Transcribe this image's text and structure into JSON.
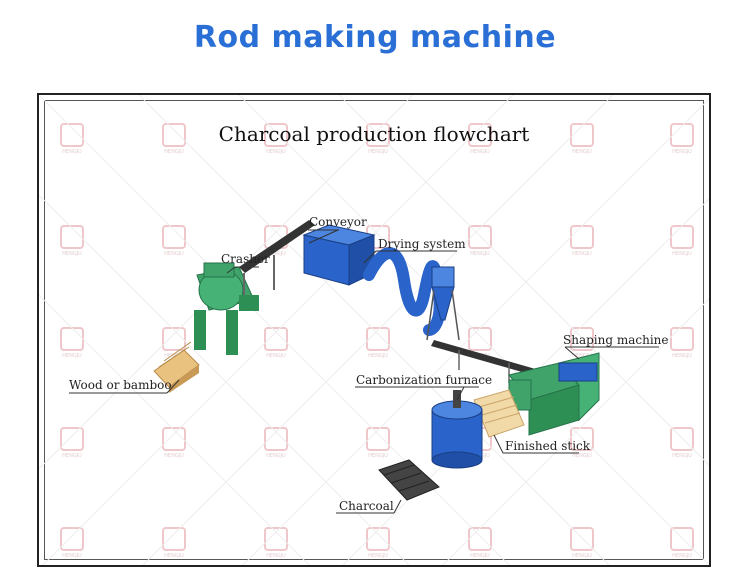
{
  "header": {
    "title": "Rod making machine"
  },
  "diagram": {
    "title": "Charcoal production flowchart",
    "labels": {
      "conveyor": "Conveyor",
      "crasher": "Crasher",
      "drying_system": "Drying system",
      "shaping_machine": "Shaping machine",
      "carbonization_furnace": "Carbonization furnace",
      "wood_or_bamboo": "Wood or bamboo",
      "finished_stick": "Finished stick",
      "charcoal": "Charcoal"
    },
    "watermark_text": "HENGJU"
  },
  "colors": {
    "title_blue": "#2a6fd6",
    "machine_green": "#3fa36a",
    "machine_blue": "#2a63c9",
    "wood": "#e9c27f",
    "charcoal": "#333333"
  }
}
